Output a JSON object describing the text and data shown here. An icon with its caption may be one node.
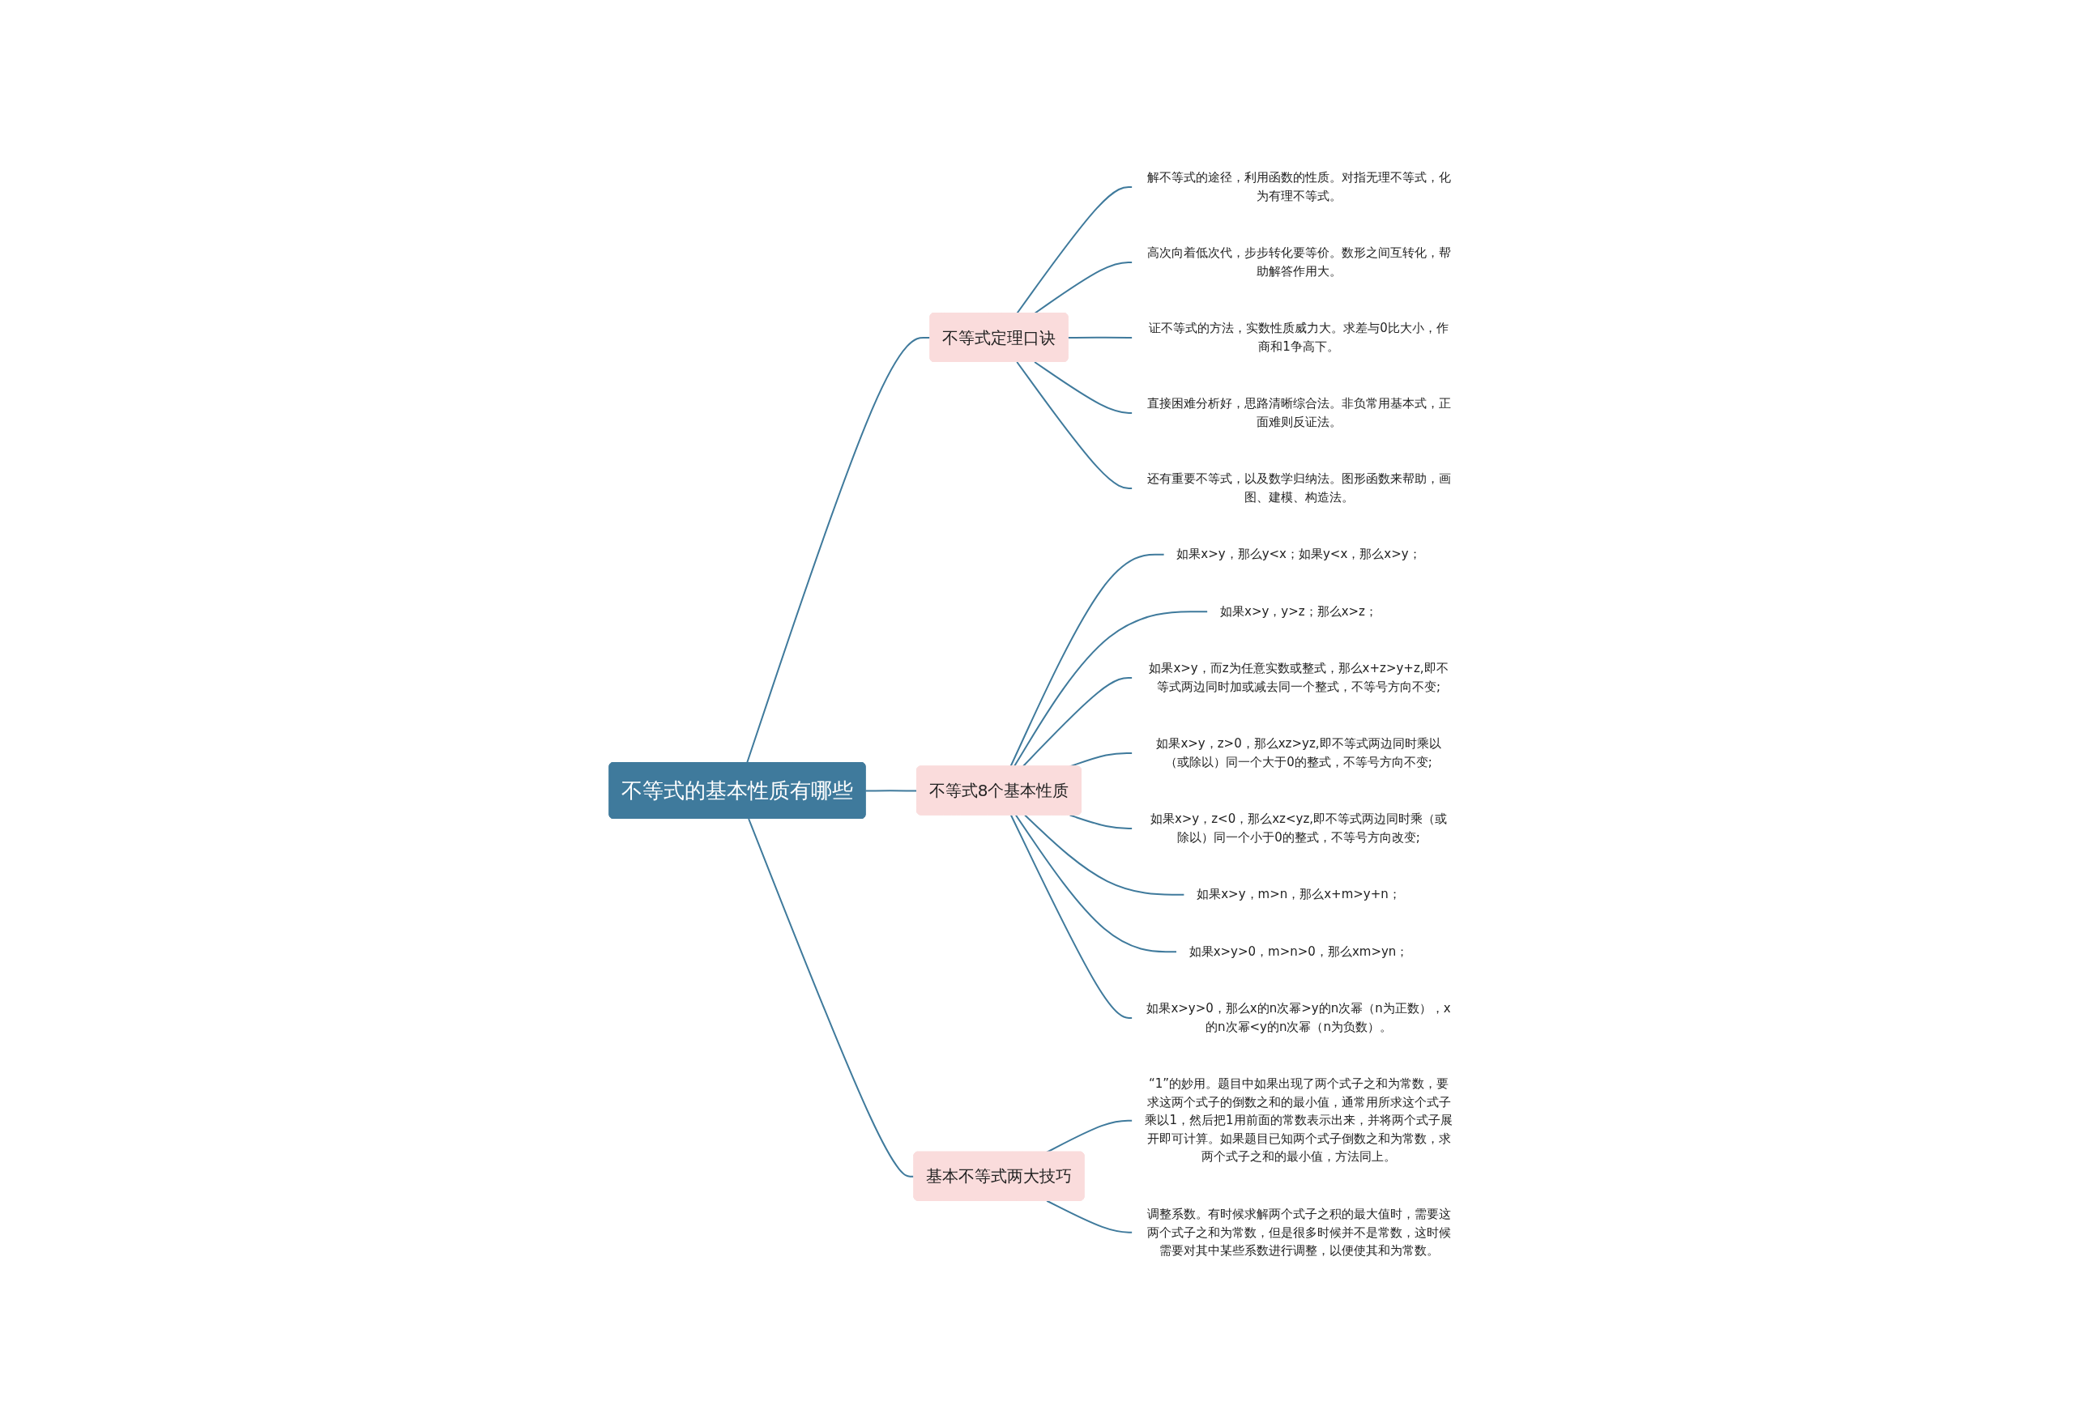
{
  "diagram": {
    "nodes": [
      {
        "text": [
          "不等式的基本性质有哪些"
        ]
      },
      {
        "text": [
          "不等式定理口诀"
        ]
      },
      {
        "text": [
          "解不等式的途径，利用函数的性质。对指无理不等式，化为有理不等式。"
        ]
      },
      {
        "text": [
          "高次向着低次代，步步转化要等价。数形之间互转化，帮助解答作用大。"
        ]
      },
      {
        "text": [
          "证不等式的方法，实数性质威力大。求差与0比大小，作商和1争高下。"
        ]
      },
      {
        "text": [
          "直接困难分析好，思路清晰综合法。非负常用基本式，正面难则反证法。"
        ]
      },
      {
        "text": [
          "还有重要不等式，以及数学归纳法。图形函数来帮助，画图、建模、构造法。"
        ]
      },
      {
        "text": [
          "不等式8个基本性质"
        ]
      },
      {
        "text": [
          "如果x>y，那么y<x；如果y<x，那么x>y；"
        ]
      },
      {
        "text": [
          "如果x>y，y>z；那么x>z；"
        ]
      },
      {
        "text": [
          "如果x>y，而z为任意实数或整式，那么x+z>y+z,即不等式两边同时加或减去同一个整式，不等号方向不变;"
        ]
      },
      {
        "text": [
          "如果x>y，z>0，那么xz>yz,即不等式两边同时乘以（或除以）同一个大于0的整式，不等号方向不变;"
        ]
      },
      {
        "text": [
          "如果x>y，z<0，那么xz<yz,即不等式两边同时乘（或除以）同一个小于0的整式，不等号方向改变;"
        ]
      },
      {
        "text": [
          "如果x>y，m>n，那么x+m>y+n；"
        ]
      },
      {
        "text": [
          "如果x>y>0，m>n>0，那么xm>yn；"
        ]
      },
      {
        "text": [
          "如果x>y>0，那么x的n次幂>y的n次幂（n为正数），x的n次幂<y的n次幂（n为负数）。"
        ]
      },
      {
        "text": [
          "基本不等式两大技巧"
        ]
      },
      {
        "text": [
          "“1”的妙用。题目中如果出现了两个式子之和为常数，要求这两个式子的倒数之和的最小值，通常用所求这个式子乘以1，然后把1用前面的常数表示出来，并将两个式子展开即可计算。如果题目已知两个式子倒数之和为常数，求两个式子之和的最小值，方法同上。"
        ]
      },
      {
        "text": [
          "调整系数。有时候求解两个式子之积的最大值时，需要这两个式子之和为常数，但是很多时候并不是常数，这时候需要对其中某些系数进行调整，以便使其和为常数。"
        ]
      }
    ],
    "edges": [
      {
        "from": 0,
        "to": 1,
        "arrow": "none"
      },
      {
        "from": 1,
        "to": 2,
        "arrow": "none"
      },
      {
        "from": 1,
        "to": 3,
        "arrow": "none"
      },
      {
        "from": 1,
        "to": 4,
        "arrow": "none"
      },
      {
        "from": 1,
        "to": 5,
        "arrow": "none"
      },
      {
        "from": 1,
        "to": 6,
        "arrow": "none"
      },
      {
        "from": 0,
        "to": 7,
        "arrow": "none"
      },
      {
        "from": 7,
        "to": 8,
        "arrow": "none"
      },
      {
        "from": 7,
        "to": 9,
        "arrow": "none"
      },
      {
        "from": 7,
        "to": 10,
        "arrow": "none"
      },
      {
        "from": 7,
        "to": 11,
        "arrow": "none"
      },
      {
        "from": 7,
        "to": 12,
        "arrow": "none"
      },
      {
        "from": 7,
        "to": 13,
        "arrow": "none"
      },
      {
        "from": 7,
        "to": 14,
        "arrow": "none"
      },
      {
        "from": 7,
        "to": 15,
        "arrow": "none"
      },
      {
        "from": 0,
        "to": 16,
        "arrow": "none"
      },
      {
        "from": 16,
        "to": 17,
        "arrow": "none"
      },
      {
        "from": 16,
        "to": 18,
        "arrow": "none"
      }
    ]
  }
}
